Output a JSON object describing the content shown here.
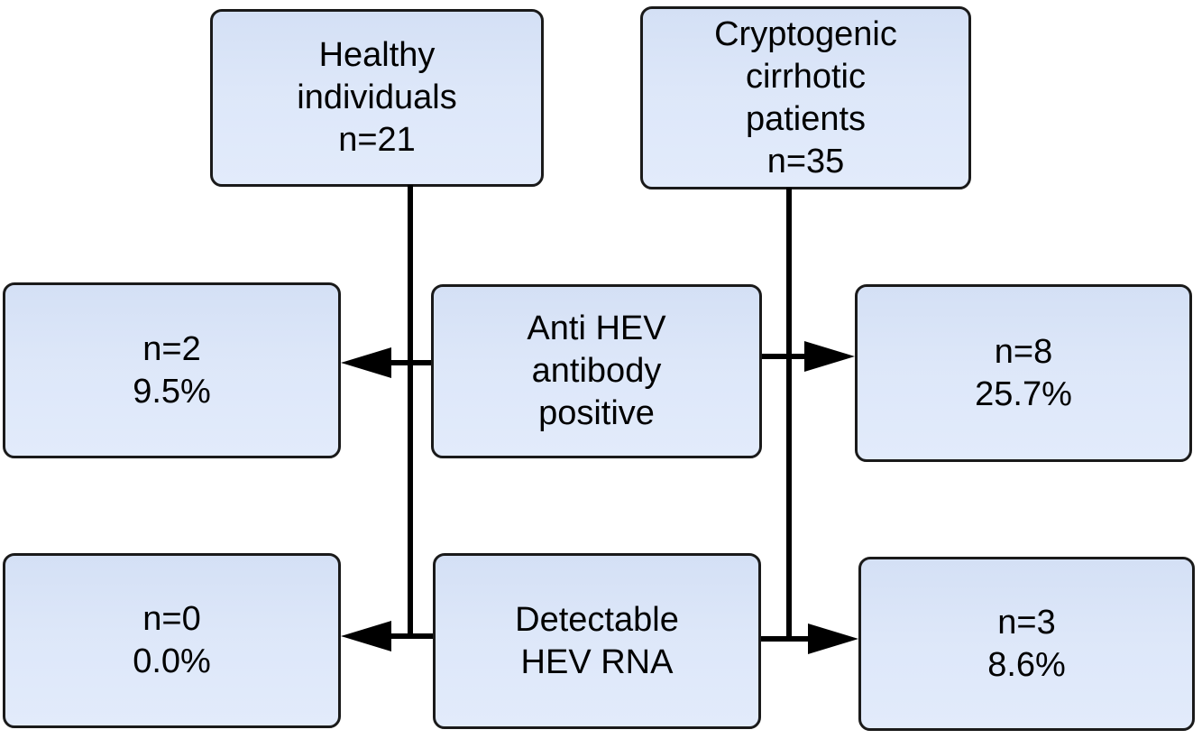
{
  "colors": {
    "background": "#ffffff",
    "box_fill": "#dde7f9",
    "box_fill_top": "#d4e0f5",
    "box_border": "#1a1a1a",
    "connector": "#000000",
    "text": "#000000"
  },
  "nodes": {
    "healthy": {
      "lines": [
        "Healthy",
        "individuals",
        "n=21"
      ]
    },
    "cryptogenic": {
      "lines": [
        "Cryptogenic",
        "cirrhotic",
        "patients",
        "n=35"
      ]
    },
    "healthy_antibody": {
      "lines": [
        "n=2",
        "9.5%"
      ]
    },
    "anti_hev": {
      "lines": [
        "Anti HEV",
        "antibody",
        "positive"
      ]
    },
    "cirrhotic_antibody": {
      "lines": [
        "n=8",
        "25.7%"
      ]
    },
    "healthy_rna": {
      "lines": [
        "n=0",
        "0.0%"
      ]
    },
    "detectable_rna": {
      "lines": [
        "Detectable",
        "HEV RNA"
      ]
    },
    "cirrhotic_rna": {
      "lines": [
        "n=3",
        "8.6%"
      ]
    }
  }
}
